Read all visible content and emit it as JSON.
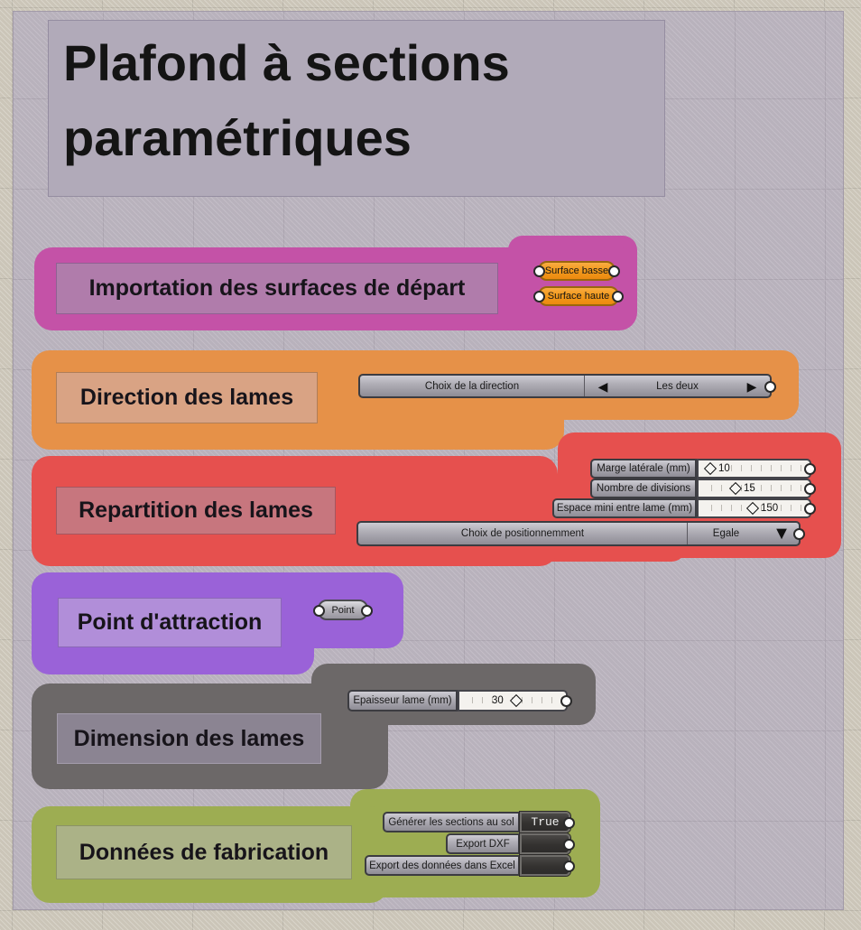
{
  "title": "Plafond à sections paramétriques",
  "groups": {
    "importation": {
      "label": "Importation des surfaces de départ",
      "params": [
        {
          "label": "Surface basse"
        },
        {
          "label": "Surface haute"
        }
      ]
    },
    "direction": {
      "label": "Direction des lames",
      "value_list": {
        "name": "Choix de la direction",
        "value": "Les deux"
      }
    },
    "repartition": {
      "label": "Repartition des lames",
      "sliders": [
        {
          "label": "Marge latérale (mm)",
          "value": "10"
        },
        {
          "label": "Nombre de divisions",
          "value": "15"
        },
        {
          "label": "Espace mini entre lame (mm)",
          "value": "150"
        }
      ],
      "value_list": {
        "name": "Choix de positionnemment",
        "value": "Egale"
      }
    },
    "attraction": {
      "label": "Point d'attraction",
      "params": [
        {
          "label": "Point"
        }
      ]
    },
    "dimension": {
      "label": "Dimension des lames",
      "sliders": [
        {
          "label": "Epaisseur lame (mm)",
          "value": "30"
        }
      ]
    },
    "fabrication": {
      "label": "Données de fabrication",
      "toggles": [
        {
          "label": "Générer les sections au sol",
          "value": "True"
        },
        {
          "label": "Export DXF",
          "value": ""
        },
        {
          "label": "Export des données dans Excel",
          "value": ""
        }
      ]
    }
  },
  "icons": {
    "prev": "◀",
    "next": "▶",
    "dropdown": "▼"
  },
  "colors": {
    "canvas": "#cfc9bc",
    "selection_region": "#bcb5c0",
    "title_panel": "#b1aab9",
    "group_pink": "#c452a7",
    "group_pink_panel": "#b07cab",
    "group_orange": "#e69148",
    "group_orange_panel": "#d9a384",
    "group_red": "#e6504e",
    "group_red_panel": "#c7767e",
    "group_purple": "#9a62d8",
    "group_purple_panel": "#b18ed9",
    "group_gray": "#6c6868",
    "group_gray_panel": "#8b8492",
    "group_green": "#9dad52",
    "group_green_panel": "#abb287",
    "param_capsule_orange": "#f29a1d",
    "toggle_button_dark": "#343230"
  }
}
